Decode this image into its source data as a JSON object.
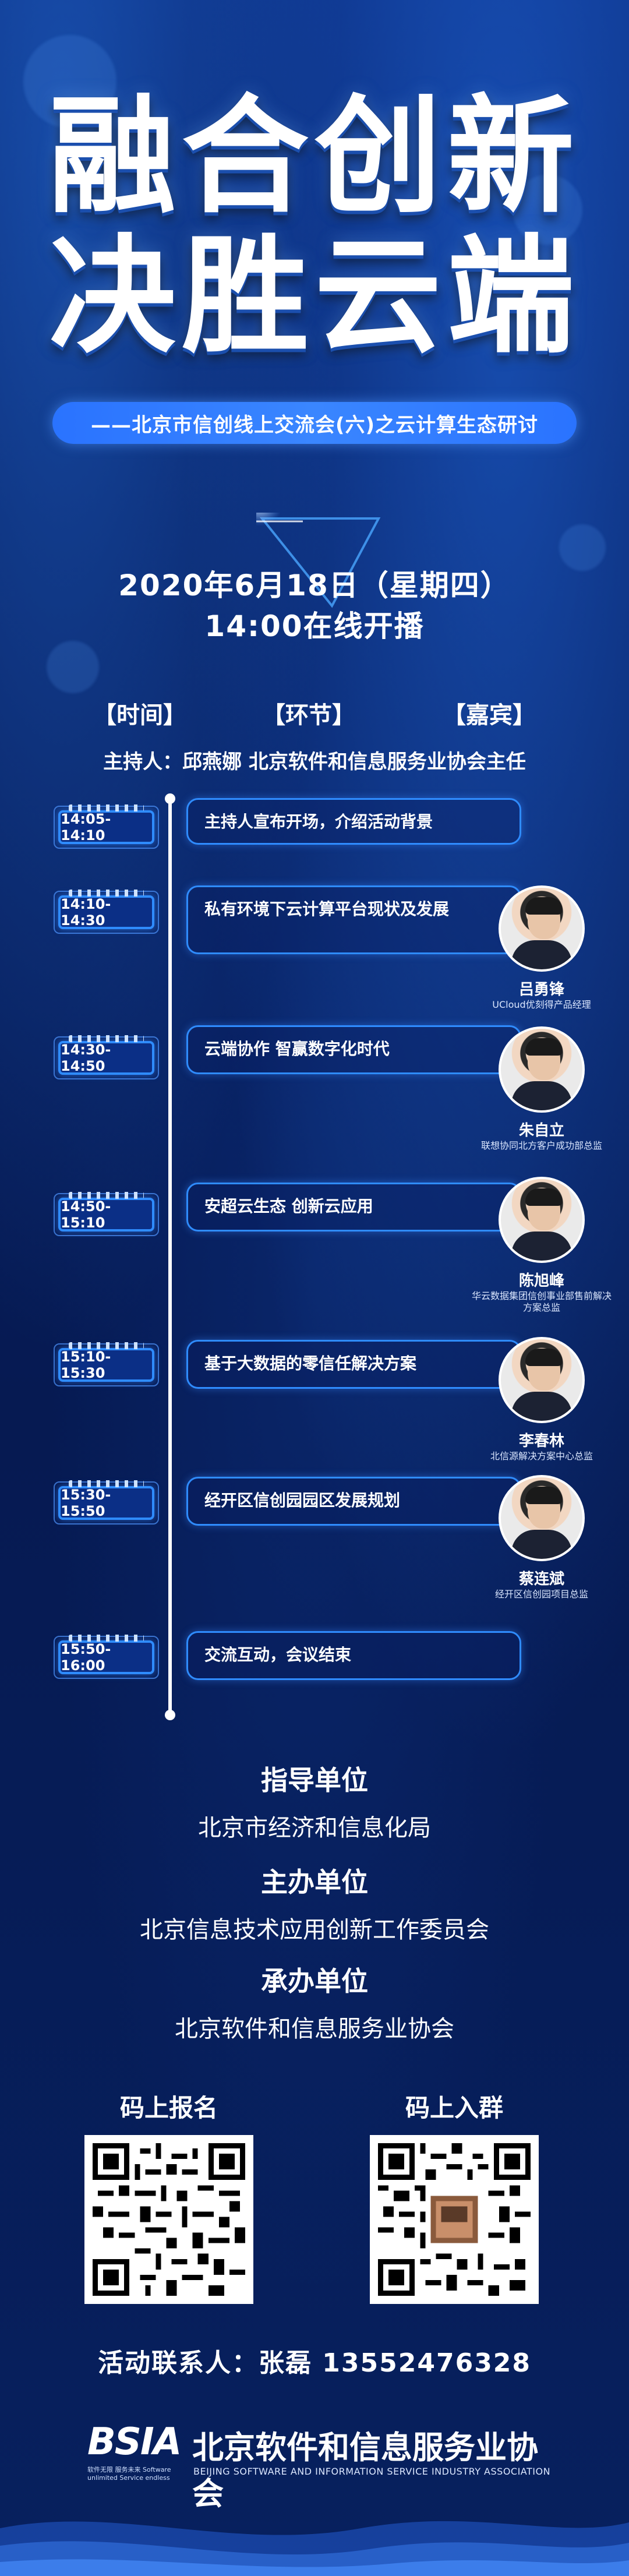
{
  "title": {
    "line1": "融合创新",
    "line2": "决胜云端"
  },
  "subtitle": "——北京市信创线上交流会(六)之云计算生态研讨",
  "date": {
    "line1": "2020年6月18日（星期四）",
    "line2": "14:00在线开播"
  },
  "columns": [
    "【时间】",
    "【环节】",
    "【嘉宾】"
  ],
  "host": "主持人：邱燕娜 北京软件和信息服务业协会主任",
  "agenda": [
    {
      "time": "14:05-14:10",
      "topic": "主持人宣布开场，介绍活动背景"
    },
    {
      "time": "14:10-14:30",
      "topic": "私有环境下云计算平台现状及发展",
      "speaker": "吕勇锋",
      "speaker_title": "UCloud优刻得产品经理"
    },
    {
      "time": "14:30-14:50",
      "topic": "云端协作 智赢数字化时代",
      "speaker": "朱自立",
      "speaker_title": "联想协同北方客户成功部总监"
    },
    {
      "time": "14:50-15:10",
      "topic": "安超云生态 创新云应用",
      "speaker": "陈旭峰",
      "speaker_title": "华云数据集团信创事业部售前解决方案总监"
    },
    {
      "time": "15:10-15:30",
      "topic": "基于大数据的零信任解决方案",
      "speaker": "李春林",
      "speaker_title": "北信源解决方案中心总监"
    },
    {
      "time": "15:30-15:50",
      "topic": "经开区信创园园区发展规划",
      "speaker": "蔡连斌",
      "speaker_title": "经开区信创园项目总监"
    },
    {
      "time": "15:50-16:00",
      "topic": "交流互动，会议结束"
    }
  ],
  "organizers": {
    "guide_label": "指导单位",
    "guide": "北京市经济和信息化局",
    "host_label": "主办单位",
    "host": "北京信息技术应用创新工作委员会",
    "co_label": "承办单位",
    "co": "北京软件和信息服务业协会"
  },
  "qr": {
    "register": "码上报名",
    "group": "码上入群"
  },
  "contact": "活动联系人：张磊 13552476328",
  "footer": {
    "logo": "BSIA",
    "logo_sub": "软件无限 服务未来 Software unlimited Service endless",
    "name_cn": "北京软件和信息服务业协会",
    "name_en": "BEIJING SOFTWARE AND INFORMATION SERVICE INDUSTRY ASSOCIATION"
  },
  "colors": {
    "accent": "#2f8cff",
    "background": "#061a52",
    "subtitle_bar": "#2a73ff"
  }
}
